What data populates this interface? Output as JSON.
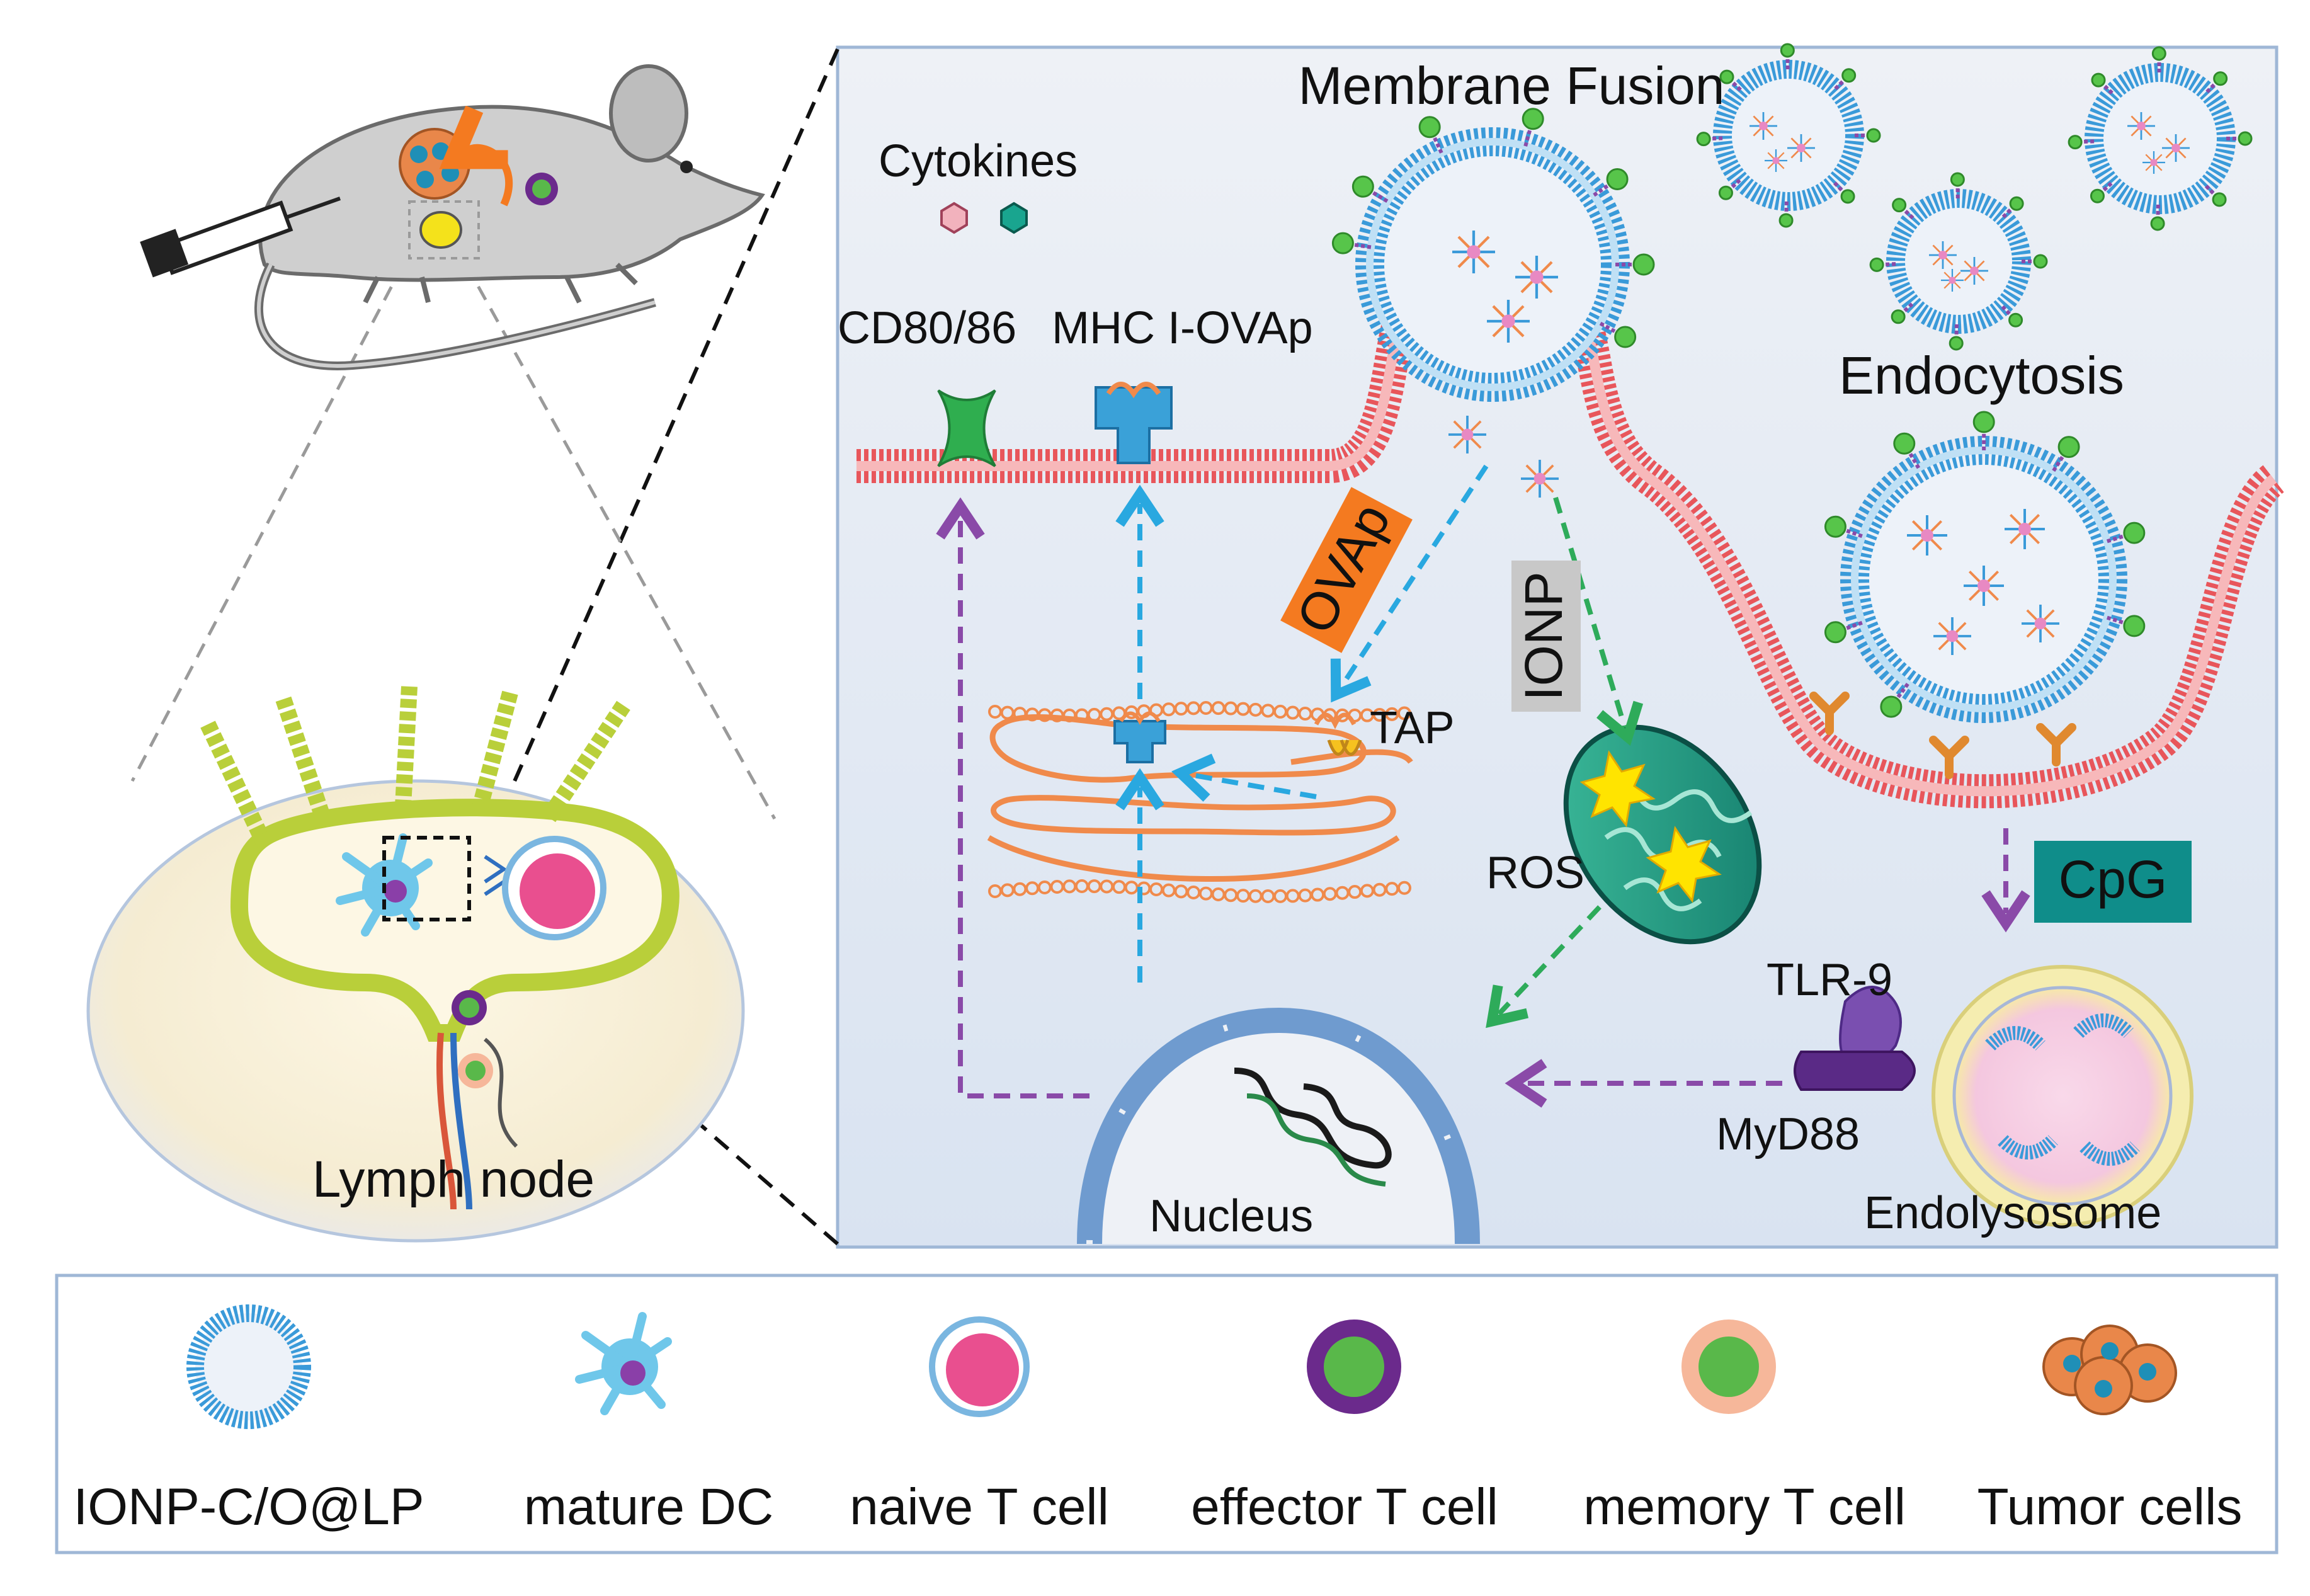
{
  "colors": {
    "panel_border": "#9fb7d6",
    "membrane_red": "#e8565b",
    "liposome_blue": "#3a9ad9",
    "er_orange": "#f08a4b",
    "arrow_blue": "#29a8e0",
    "arrow_green": "#2eab5a",
    "arrow_purple": "#8a4aa8",
    "ovap_box": "#f47a20",
    "ionp_box": "#c8c8c8",
    "cpg_box": "#0f8d8a",
    "lymph_yellow": "#b9cf3a",
    "nucleus_blue": "#6f9bcf"
  },
  "mouse": {
    "icons": [
      "syringe-icon",
      "tumor-cells-icon",
      "curved-arrow-icon",
      "lymph-node-icon"
    ]
  },
  "lymph_node": {
    "title": "Lymph node"
  },
  "mechanism": {
    "membrane_fusion": "Membrane Fusion",
    "cytokines": "Cytokines",
    "cd80": "CD80/86",
    "mhc": "MHC I-OVAp",
    "endocytosis": "Endocytosis",
    "ovap": "OVAp",
    "ionp": "IONP",
    "tap": "TAP",
    "ros": "ROS",
    "cpg": "CpG",
    "tlr9": "TLR-9",
    "myd88": "MyD88",
    "nucleus": "Nucleus",
    "endolysosome": "Endolysosome"
  },
  "legend": {
    "items": [
      {
        "label": "IONP-C/O@LP",
        "icon": "liposome-icon"
      },
      {
        "label": "mature DC",
        "icon": "dendritic-cell-icon"
      },
      {
        "label": "naive T cell",
        "icon": "naive-t-cell-icon"
      },
      {
        "label": "effector T cell",
        "icon": "effector-t-cell-icon"
      },
      {
        "label": "memory T cell",
        "icon": "memory-t-cell-icon"
      },
      {
        "label": "Tumor cells",
        "icon": "tumor-cells-icon"
      }
    ]
  }
}
